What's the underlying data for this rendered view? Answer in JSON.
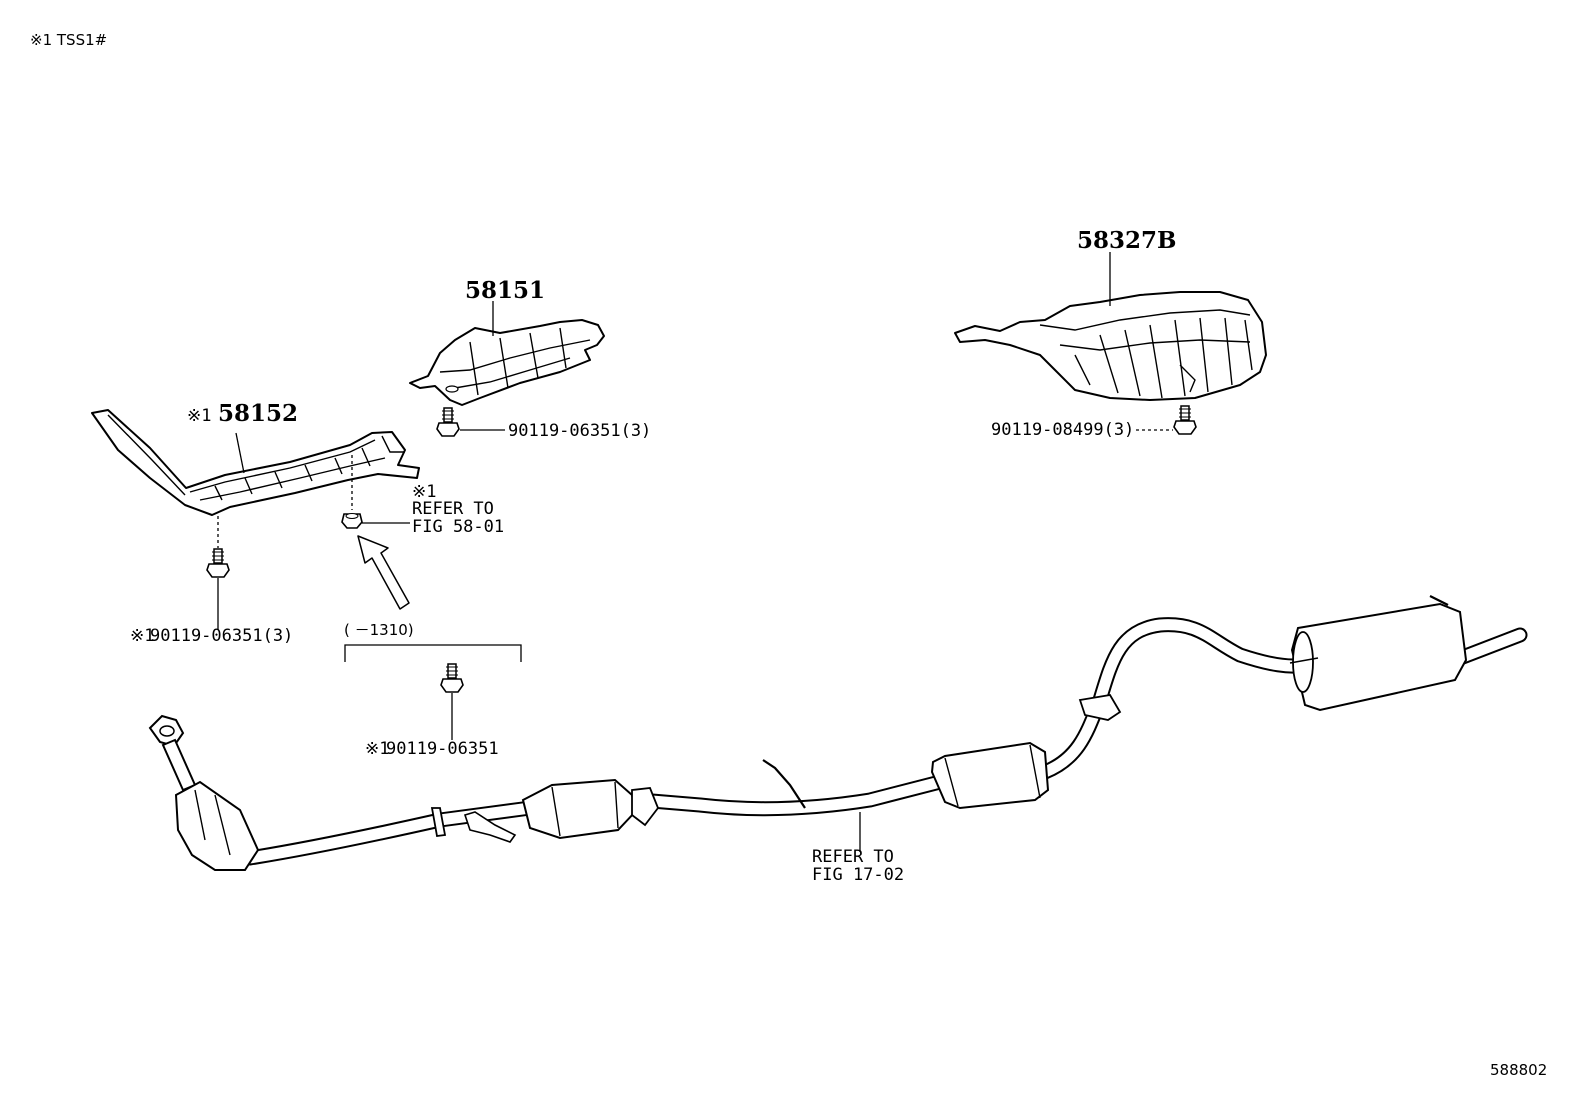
{
  "header": {
    "note": "※1 TSS1#"
  },
  "footer": {
    "figure_id": "588802"
  },
  "parts": {
    "p58151": {
      "number": "58151"
    },
    "p58152": {
      "number": "58152",
      "mark": "※1"
    },
    "p58327b": {
      "number": "58327B"
    }
  },
  "bolts": {
    "b58151": {
      "label": "90119-06351(3)"
    },
    "b58327b": {
      "label": "90119-08499(3)"
    },
    "b58152": {
      "label": "90119-06351(3)",
      "mark": "※1"
    },
    "b1310": {
      "label": "90119-06351",
      "mark": "※1"
    }
  },
  "refs": {
    "ref5801": {
      "mark": "※1",
      "line1": "REFER TO",
      "line2": "FIG 58-01"
    },
    "ref1702": {
      "line1": "REFER TO",
      "line2": "FIG 17-02"
    }
  },
  "bracket": {
    "range": "(   －1310)"
  }
}
